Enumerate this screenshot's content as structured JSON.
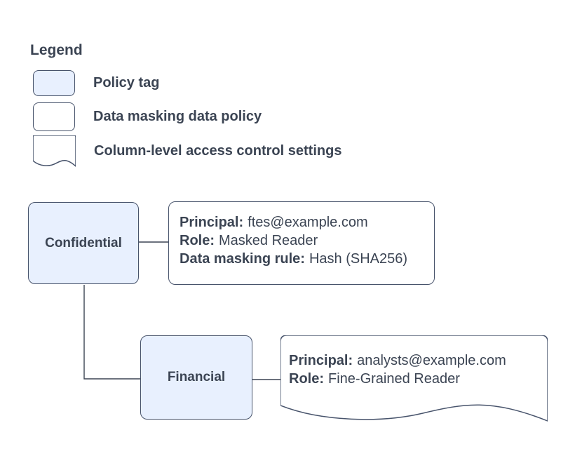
{
  "colors": {
    "policy_tag_fill": "#e8f0fe",
    "shape_border": "#47536b",
    "text": "#3b4453",
    "background": "#ffffff"
  },
  "legend": {
    "title": "Legend",
    "items": [
      {
        "shape": "policy-tag-swatch",
        "label": "Policy tag"
      },
      {
        "shape": "data-masking-policy-swatch",
        "label": "Data masking data policy"
      },
      {
        "shape": "column-access-swatch",
        "label": "Column-level access control settings"
      }
    ]
  },
  "diagram": {
    "nodes": [
      {
        "id": "confidential",
        "type": "policy-tag",
        "label": "Confidential"
      },
      {
        "id": "financial",
        "type": "policy-tag",
        "label": "Financial"
      }
    ],
    "masking_policy": {
      "type": "data-masking-data-policy",
      "rows": [
        {
          "label": "Principal:",
          "value": "ftes@example.com"
        },
        {
          "label": "Role:",
          "value": "Masked Reader"
        },
        {
          "label": "Data masking rule:",
          "value": "Hash (SHA256)"
        }
      ]
    },
    "column_access": {
      "type": "column-level-access-control-settings",
      "rows": [
        {
          "label": "Principal:",
          "value": "analysts@example.com"
        },
        {
          "label": "Role:",
          "value": "Fine-Grained Reader"
        }
      ]
    },
    "edges": [
      {
        "from": "confidential",
        "to": "masking-policy"
      },
      {
        "from": "confidential",
        "to": "financial"
      },
      {
        "from": "financial",
        "to": "column-access-settings"
      }
    ]
  }
}
